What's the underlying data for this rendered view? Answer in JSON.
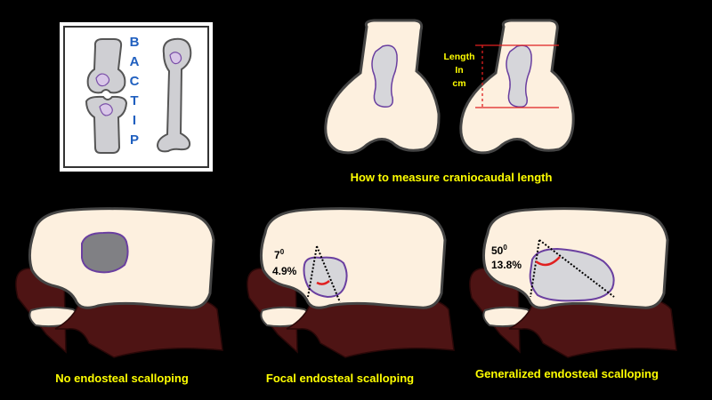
{
  "logo": {
    "letters": [
      "B",
      "A",
      "C",
      "T",
      "I",
      "P"
    ]
  },
  "measure": {
    "caption": "How to measure craniocaudal length",
    "label_line1": "Length",
    "label_line2": "In",
    "label_line3": "cm"
  },
  "panels": [
    {
      "caption": "No endosteal scalloping"
    },
    {
      "caption": "Focal endosteal scalloping",
      "angle": "7",
      "angle_unit": "0",
      "percent": "4.9%"
    },
    {
      "caption": "Generalized endosteal scalloping",
      "angle": "50",
      "angle_unit": "0",
      "percent": "13.8%"
    }
  ],
  "colors": {
    "bone": "#fdf0df",
    "lesion": "#d6d6da",
    "lesion_outline": "#6a3fa0",
    "muscle": "#4e1414",
    "measure_line": "#e02020",
    "caption": "#ffff00",
    "logo_text": "#1f5fbf"
  }
}
